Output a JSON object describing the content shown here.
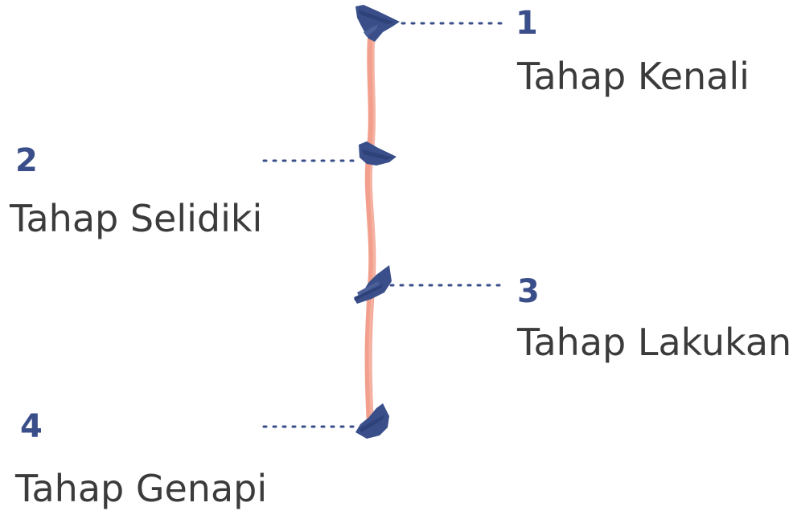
{
  "colors": {
    "line": "#f2a08d",
    "marker": "#3a4f8a",
    "dots": "#3a4f8a",
    "number": "#3a4f8a",
    "label": "#3b3b3b"
  },
  "steps": [
    {
      "number": "1",
      "label": "Tahap Kenali",
      "side": "right"
    },
    {
      "number": "2",
      "label": "Tahap Selidiki",
      "side": "left"
    },
    {
      "number": "3",
      "label": "Tahap Lakukan",
      "side": "right"
    },
    {
      "number": "4",
      "label": "Tahap Genapi",
      "side": "left"
    }
  ]
}
